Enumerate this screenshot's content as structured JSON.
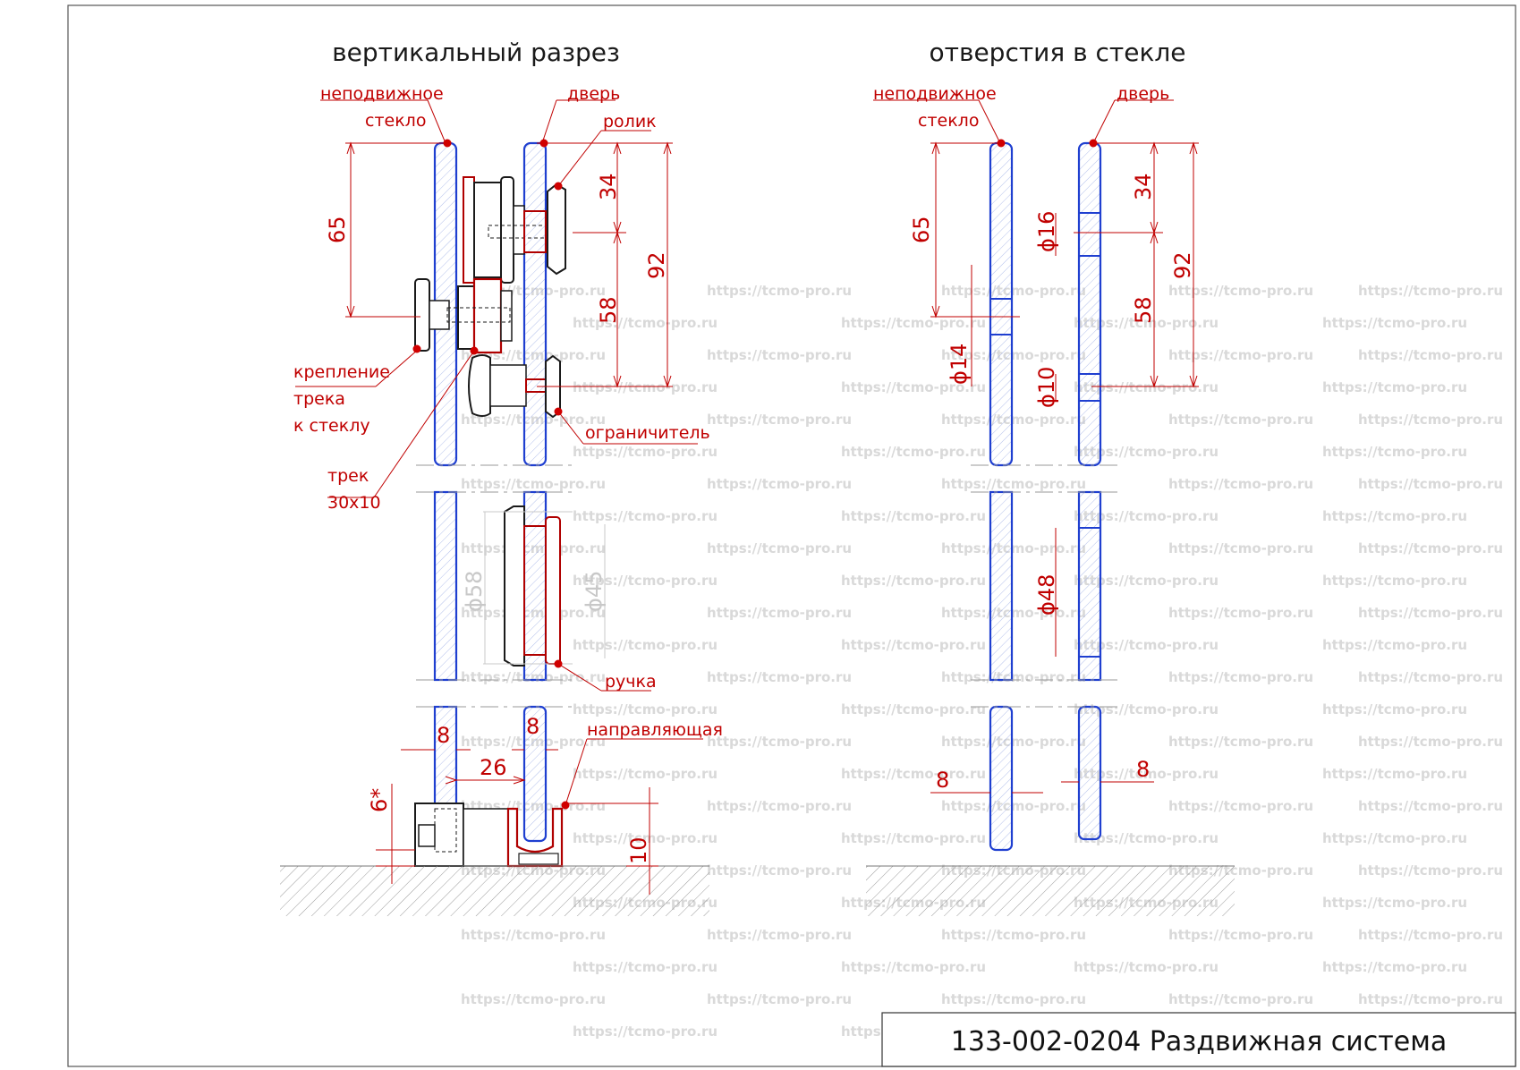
{
  "titles": {
    "left": "вертикальный разрез",
    "right": "отверстия в стекле"
  },
  "labels": {
    "fixed_glass_1": "неподвижное",
    "fixed_glass_2": "стекло",
    "door": "дверь",
    "roller": "ролик",
    "mount_1": "крепление",
    "mount_2": "трека",
    "mount_3": "к стеклу",
    "track_1": "трек",
    "track_2": "30х10",
    "stopper": "ограничитель",
    "handle": "ручка",
    "guide": "направляющая"
  },
  "dims_left": {
    "d65": "65",
    "d34": "34",
    "d92": "92",
    "d58": "58",
    "dia58": "ϕ58",
    "dia45": "ϕ45",
    "d8a": "8",
    "d8b": "8",
    "d26": "26",
    "d6": "6*",
    "d10": "10"
  },
  "dims_right": {
    "d65": "65",
    "d34": "34",
    "d92": "92",
    "d58": "58",
    "dia16": "ϕ16",
    "dia14": "ϕ14",
    "dia10": "ϕ10",
    "dia48": "ϕ48",
    "d8a": "8",
    "d8b": "8"
  },
  "stamp": "133-002-0204 Раздвижная система",
  "watermark": "https://tcmo-pro.ru",
  "colors": {
    "glass": "#1f3fd0",
    "dimension": "#c00000",
    "hardware": "#b00000",
    "outline": "#1a1a1a"
  }
}
